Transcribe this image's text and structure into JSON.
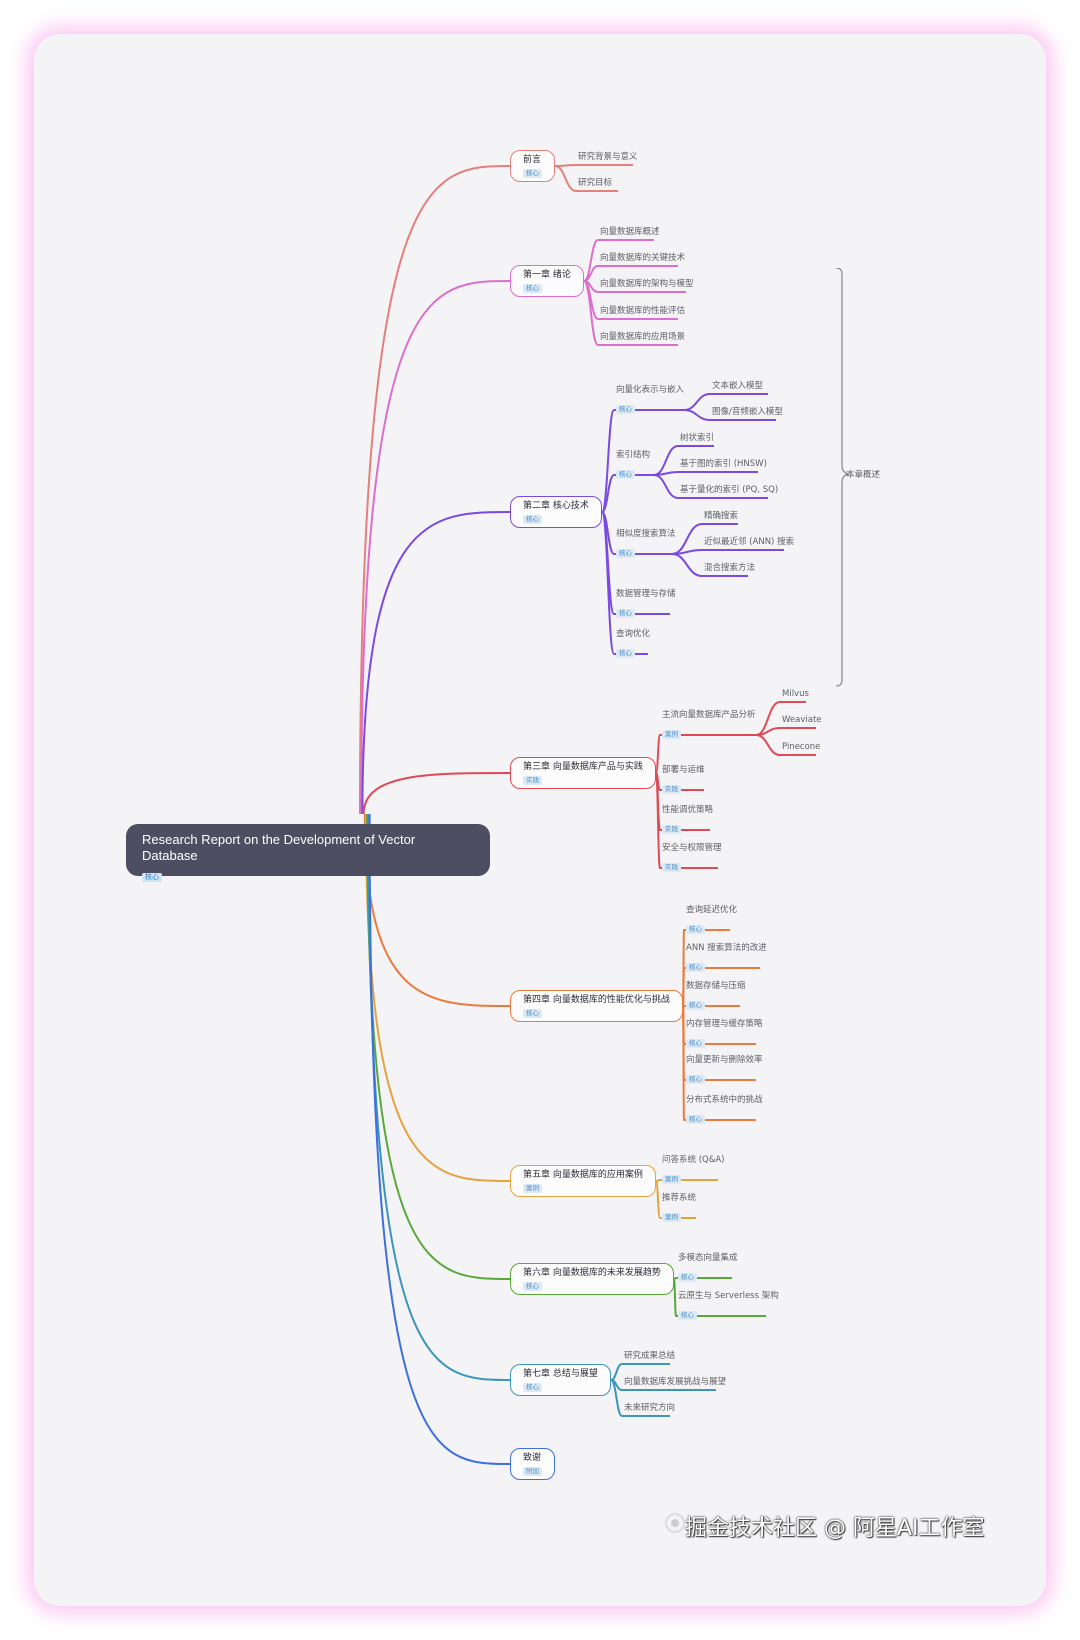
{
  "root": {
    "label": "Research Report on the Development of Vector Database",
    "tag": "核心"
  },
  "summary": {
    "label": "本章概述"
  },
  "watermark": "掘金技术社区 @ 阿星AI工作室",
  "colors": {
    "c0": "#e57f7c",
    "c1": "#dc6fcd",
    "c2": "#7a4be0",
    "c3": "#de4b57",
    "c4": "#ec7a3e",
    "c5": "#e6a23c",
    "c6": "#5aa83c",
    "c7": "#3d95b8",
    "c8": "#3e6fe0"
  },
  "chapters": [
    {
      "label": "前言",
      "tag": "核心",
      "leaves": [
        {
          "label": "研究背景与意义"
        },
        {
          "label": "研究目标"
        }
      ]
    },
    {
      "label": "第一章 绪论",
      "tag": "核心",
      "leaves": [
        {
          "label": "向量数据库概述"
        },
        {
          "label": "向量数据库的关键技术"
        },
        {
          "label": "向量数据库的架构与模型"
        },
        {
          "label": "向量数据库的性能评估"
        },
        {
          "label": "向量数据库的应用场景"
        }
      ]
    },
    {
      "label": "第二章 核心技术",
      "tag": "核心",
      "leaves": [
        {
          "label": "向量化表示与嵌入",
          "tag": "核心",
          "children": [
            {
              "label": "文本嵌入模型"
            },
            {
              "label": "图像/音频嵌入模型"
            }
          ]
        },
        {
          "label": "索引结构",
          "tag": "核心",
          "children": [
            {
              "label": "树状索引"
            },
            {
              "label": "基于图的索引 (HNSW)"
            },
            {
              "label": "基于量化的索引 (PQ, SQ)"
            }
          ]
        },
        {
          "label": "相似度搜索算法",
          "tag": "核心",
          "children": [
            {
              "label": "精确搜索"
            },
            {
              "label": "近似最近邻 (ANN) 搜索"
            },
            {
              "label": "混合搜索方法"
            }
          ]
        },
        {
          "label": "数据管理与存储",
          "tag": "核心"
        },
        {
          "label": "查询优化",
          "tag": "核心"
        }
      ]
    },
    {
      "label": "第三章 向量数据库产品与实践",
      "tag": "实践",
      "leaves": [
        {
          "label": "主流向量数据库产品分析",
          "tag": "案例",
          "children": [
            {
              "label": "Milvus"
            },
            {
              "label": "Weaviate"
            },
            {
              "label": "Pinecone"
            }
          ]
        },
        {
          "label": "部署与运维",
          "tag": "实践"
        },
        {
          "label": "性能调优策略",
          "tag": "实践"
        },
        {
          "label": "安全与权限管理",
          "tag": "实践"
        }
      ]
    },
    {
      "label": "第四章 向量数据库的性能优化与挑战",
      "tag": "核心",
      "leaves": [
        {
          "label": "查询延迟优化",
          "tag": "核心"
        },
        {
          "label": "ANN 搜索算法的改进",
          "tag": "核心"
        },
        {
          "label": "数据存储与压缩",
          "tag": "核心"
        },
        {
          "label": "内存管理与缓存策略",
          "tag": "核心"
        },
        {
          "label": "向量更新与删除效率",
          "tag": "核心"
        },
        {
          "label": "分布式系统中的挑战",
          "tag": "核心"
        }
      ]
    },
    {
      "label": "第五章 向量数据库的应用案例",
      "tag": "案例",
      "leaves": [
        {
          "label": "问答系统 (Q&A)",
          "tag": "案例"
        },
        {
          "label": "推荐系统",
          "tag": "案例"
        }
      ]
    },
    {
      "label": "第六章 向量数据库的未来发展趋势",
      "tag": "核心",
      "leaves": [
        {
          "label": "多模态向量集成",
          "tag": "核心"
        },
        {
          "label": "云原生与 Serverless 架构",
          "tag": "核心"
        }
      ]
    },
    {
      "label": "第七章 总结与展望",
      "tag": "核心",
      "leaves": [
        {
          "label": "研究成果总结"
        },
        {
          "label": "向量数据库发展挑战与展望"
        },
        {
          "label": "未来研究方向"
        }
      ]
    },
    {
      "label": "致谢",
      "tag": "附加",
      "leaves": []
    }
  ]
}
